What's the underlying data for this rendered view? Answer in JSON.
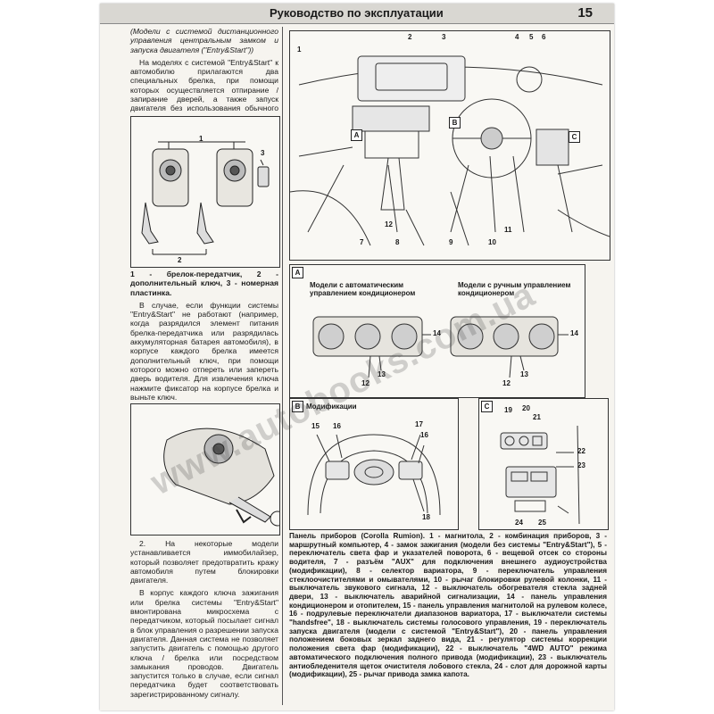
{
  "header": {
    "title": "Руководство по эксплуатации",
    "page_number": "15"
  },
  "left_column": {
    "note_italic": "(Модели с системой дистанционного управления центральным замком и запуска двигателя (\"Entry&Start\"))",
    "para1": "На моделях с системой \"Entry&Start\" к автомобилю прилагаются два специальных брелка, при помощи которых осуществляется отпирание / запирание дверей, а также запуск двигателя без использования обычного ключа зажигания.",
    "fig1_caption": "1 - брелок-передатчик, 2 - дополнительный ключ, 3 - номерная пластинка.",
    "para2": "В случае, если функции системы \"Entry&Start\" не работают (например, когда разрядился элемент питания брелка-передатчика или разрядилась аккумуляторная батарея автомобиля), в корпусе каждого брелка имеется дополнительный ключ, при помощи которого можно отпереть или запереть дверь водителя. Для извлечения ключа нажмите фиксатор на корпусе брелка и выньте ключ.",
    "para3": "2. На некоторые модели устанавливается иммобилайзер, который позволяет предотвратить кражу автомобиля путем блокировки двигателя.",
    "para4": "В корпус каждого ключа зажигания или брелка системы \"Entry&Start\" вмонтирована микросхема с передатчиком, который посылает сигнал в блок управления о разрешении запуска двигателя. Данная система не позволяет запустить двигатель с помощью другого ключа / брелка или посредством замыкания проводов. Двигатель запустится только в случае, если сигнал передатчика будет соответствовать зарегистрированному сигналу."
  },
  "figure1": {
    "labels": [
      "1",
      "2",
      "3"
    ]
  },
  "dashboard": {
    "top_labels": [
      "1",
      "2",
      "3",
      "4",
      "5",
      "6"
    ],
    "bottom_labels": [
      "7",
      "8",
      "9",
      "10",
      "11",
      "12"
    ],
    "box_labels": [
      "A",
      "B",
      "C"
    ]
  },
  "panel_a": {
    "tag": "A",
    "auto_label": "Модели с автоматическим управлением кондиционером",
    "manual_label": "Модели с ручным управлением кондиционером",
    "labels": [
      "14",
      "12",
      "13",
      "14",
      "12",
      "13"
    ]
  },
  "panel_b": {
    "tag": "B",
    "title": "Модификации",
    "labels": [
      "15",
      "16",
      "17",
      "16",
      "18"
    ]
  },
  "panel_c": {
    "tag": "C",
    "labels": [
      "19",
      "20",
      "21",
      "22",
      "23",
      "24",
      "25"
    ]
  },
  "dashboard_caption": "Панель приборов (Corolla Rumion). 1 - магнитола, 2 - комбинация приборов, 3 - маршрутный компьютер, 4 - замок зажигания (модели без системы \"Entry&Start\"), 5 - переключатель света фар и указателей поворота, 6 - вещевой отсек со стороны водителя, 7 - разъём \"AUX\" для подключения внешнего аудиоустройства (модификации), 8 - селектор вариатора, 9 - переключатель управления стеклоочистителями и омывателями, 10 - рычаг блокировки рулевой колонки, 11 - выключатель звукового сигнала, 12 - выключатель обогревателя стекла задней двери, 13 - выключатель аварийной сигнализации, 14 - панель управления кондиционером и отопителем, 15 - панель управления магнитолой на рулевом колесе, 16 - подрулевые переключатели диапазонов вариатора, 17 - выключатели системы \"handsfree\", 18 - выключатель системы голосового управления, 19 - переключатель запуска двигателя (модели с системой \"Entry&Start\"), 20 - панель управления положением боковых зеркал заднего вида, 21 - регулятор системы коррекции положения света фар (модификации), 22 - выключатель \"4WD AUTO\" режима автоматического подключения полного привода (модификации), 23 - выключатель антиобледенителя щеток очистителя лобового стекла, 24 - слот для дорожной карты (модификации), 25 - рычаг привода замка капота.",
  "watermark": "www.autobooks.com.ua"
}
